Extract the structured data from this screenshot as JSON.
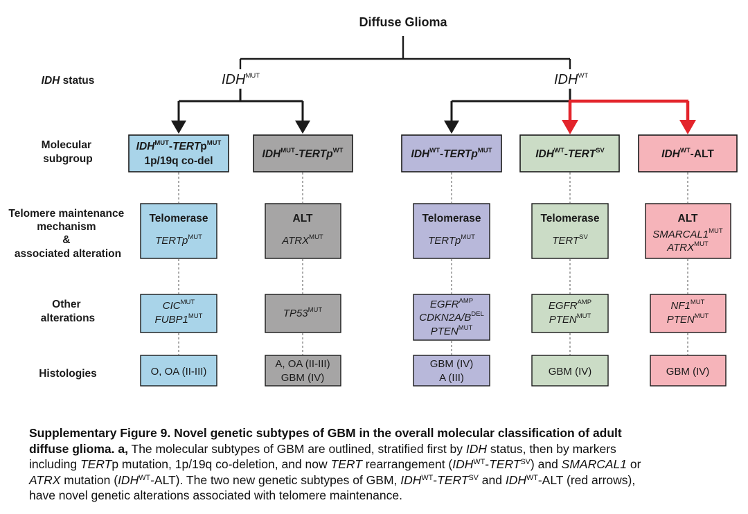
{
  "colors": {
    "blue": "#a9d4e9",
    "gray": "#a6a5a5",
    "lavender": "#b8b8da",
    "green": "#cbdcc6",
    "pink": "#f6b4ba",
    "red_arrow": "#e3242b",
    "black_arrow": "#1a1a1a"
  },
  "root": "Diffuse Glioma",
  "row_labels": {
    "idh_status": {
      "italic": "IDH",
      "rest": " status"
    },
    "molecular": [
      "Molecular",
      "subgroup"
    ],
    "telomere": [
      "Telomere maintenance",
      "mechanism",
      "&",
      "associated alteration"
    ],
    "other": [
      "Other",
      "alterations"
    ],
    "histologies": "Histologies"
  },
  "idh_branches": {
    "mut": {
      "text": "IDH",
      "sup": "MUT"
    },
    "wt": {
      "text": "IDH",
      "sup": "WT"
    }
  },
  "columns": [
    {
      "id": "idh-mut-tertp-mut",
      "color": "#a9d4e9",
      "arrow": "black",
      "subgroup": "IDH^MUT-TERTp^MUT 1p/19q co-del",
      "tmm": "Telomerase",
      "tmm_alteration": "TERTp^MUT",
      "other": [
        "CIC^MUT",
        "FUBP1^MUT"
      ],
      "histology": [
        "O, OA (II-III)"
      ]
    },
    {
      "id": "idh-mut-tertp-wt",
      "color": "#a6a5a5",
      "arrow": "black",
      "subgroup": "IDH^MUT-TERTp^WT",
      "tmm": "ALT",
      "tmm_alteration": "ATRX^MUT",
      "other": [
        "TP53^MUT"
      ],
      "histology": [
        "A, OA (II-III)",
        "GBM (IV)"
      ]
    },
    {
      "id": "idh-wt-tertp-mut",
      "color": "#b8b8da",
      "arrow": "black",
      "subgroup": "IDH^WT-TERTp^MUT",
      "tmm": "Telomerase",
      "tmm_alteration": "TERTp^MUT",
      "other": [
        "EGFR^AMP",
        "CDKN2A/B^DEL",
        "PTEN^MUT"
      ],
      "histology": [
        "GBM (IV)",
        "A (III)"
      ]
    },
    {
      "id": "idh-wt-tert-sv",
      "color": "#cbdcc6",
      "arrow": "red",
      "subgroup": "IDH^WT-TERT^SV",
      "tmm": "Telomerase",
      "tmm_alteration": "TERT^SV",
      "other": [
        "EGFR^AMP",
        "PTEN^MUT"
      ],
      "histology": [
        "GBM (IV)"
      ]
    },
    {
      "id": "idh-wt-alt",
      "color": "#f6b4ba",
      "arrow": "red",
      "subgroup": "IDH^WT-ALT",
      "tmm": "ALT",
      "tmm_alteration": "SMARCAL1^MUT ATRX^MUT",
      "other": [
        "NF1^MUT",
        "PTEN^MUT"
      ],
      "histology": [
        "GBM (IV)"
      ]
    }
  ],
  "caption": {
    "lines": [
      "Supplementary Figure 9. Novel genetic subtypes of GBM in the overall molecular classification of adult",
      "diffuse glioma. a, The molecular subtypes of GBM are outlined, stratified first by IDH status, then by markers",
      "including TERTp mutation, 1p/19q co-deletion, and now TERT rearrangement (IDH^WT-TERT^SV) and SMARCAL1 or",
      "ATRX mutation (IDH^WT-ALT). The two new genetic subtypes of GBM, IDH^WT-TERT^SV and IDH^WT-ALT (red arrows),",
      "have novel genetic alterations associated with telomere maintenance."
    ]
  }
}
